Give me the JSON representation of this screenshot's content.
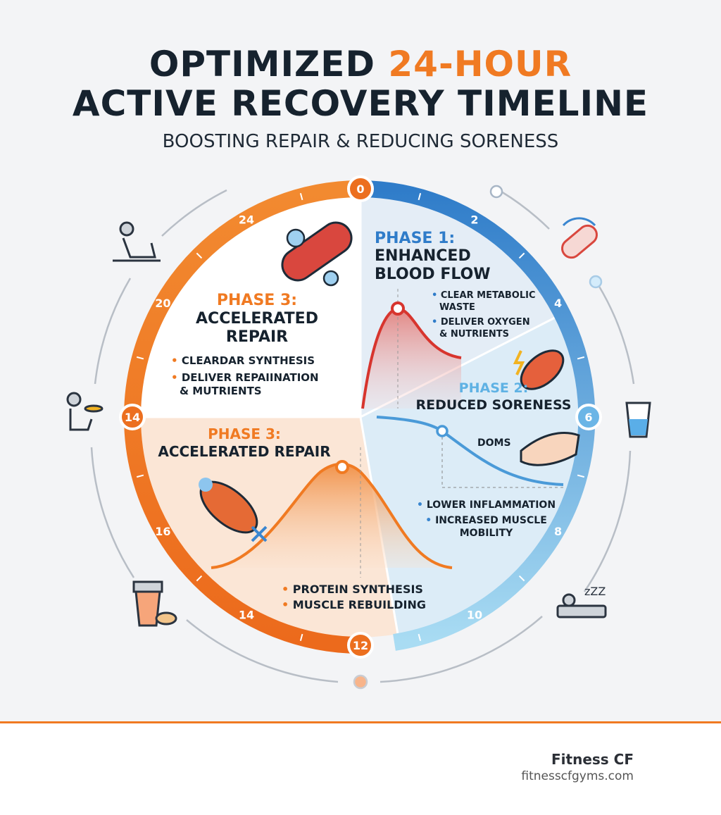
{
  "title": {
    "line1_a": "OPTIMIZED ",
    "line1_b": "24-HOUR",
    "line2": "ACTIVE RECOVERY TIMELINE",
    "subtitle": "BOOSTING REPAIR & REDUCING SORENESS"
  },
  "colors": {
    "orange": "#f07a22",
    "blue": "#3a86d0",
    "light_blue": "#8ecdee",
    "dark": "#16222e",
    "red": "#d7352e"
  },
  "clock_labels": [
    "0",
    "2",
    "4",
    "6",
    "8",
    "10",
    "12",
    "14",
    "16",
    "14",
    "20",
    "24"
  ],
  "phase1": {
    "label": "PHASE 1:",
    "title1": "ENHANCED",
    "title2": "BLOOD FLOW",
    "bullets": [
      "CLEAR METABOLIC",
      "WASTE",
      "DELIVER OXYGEN",
      "& NUTRIENTS"
    ]
  },
  "phase2": {
    "label": "PHASE 2:",
    "title": "REDUCED SORENESS",
    "curve_label": "DOMS",
    "bullets": [
      "LOWER INFLAMMATION",
      "INCREASED MUSCLE",
      "MOBILITY"
    ]
  },
  "phase3_top": {
    "label": "PHASE 3:",
    "title1": "ACCELERATED",
    "title2": "REPAIR",
    "bullets": [
      "CLEARDAR SYNTHESIS",
      "DELIVER REPAIINATION",
      "& MUTRIENTS"
    ]
  },
  "phase3_bottom": {
    "label": "PHASE 3:",
    "title": "ACCELERATED REPAIR",
    "bullets": [
      "PROTEIN SYNTHESIS",
      "MUSCLE REBUILDING"
    ]
  },
  "icons": [
    "resting-person-icon",
    "blood-vessel-icon",
    "water-glass-icon",
    "sleeping-person-icon",
    "protein-shake-icon",
    "eating-person-icon",
    "muscle-icon"
  ],
  "footer": {
    "brand": "Fitness CF",
    "url": "fitnesscfgyms.com"
  }
}
